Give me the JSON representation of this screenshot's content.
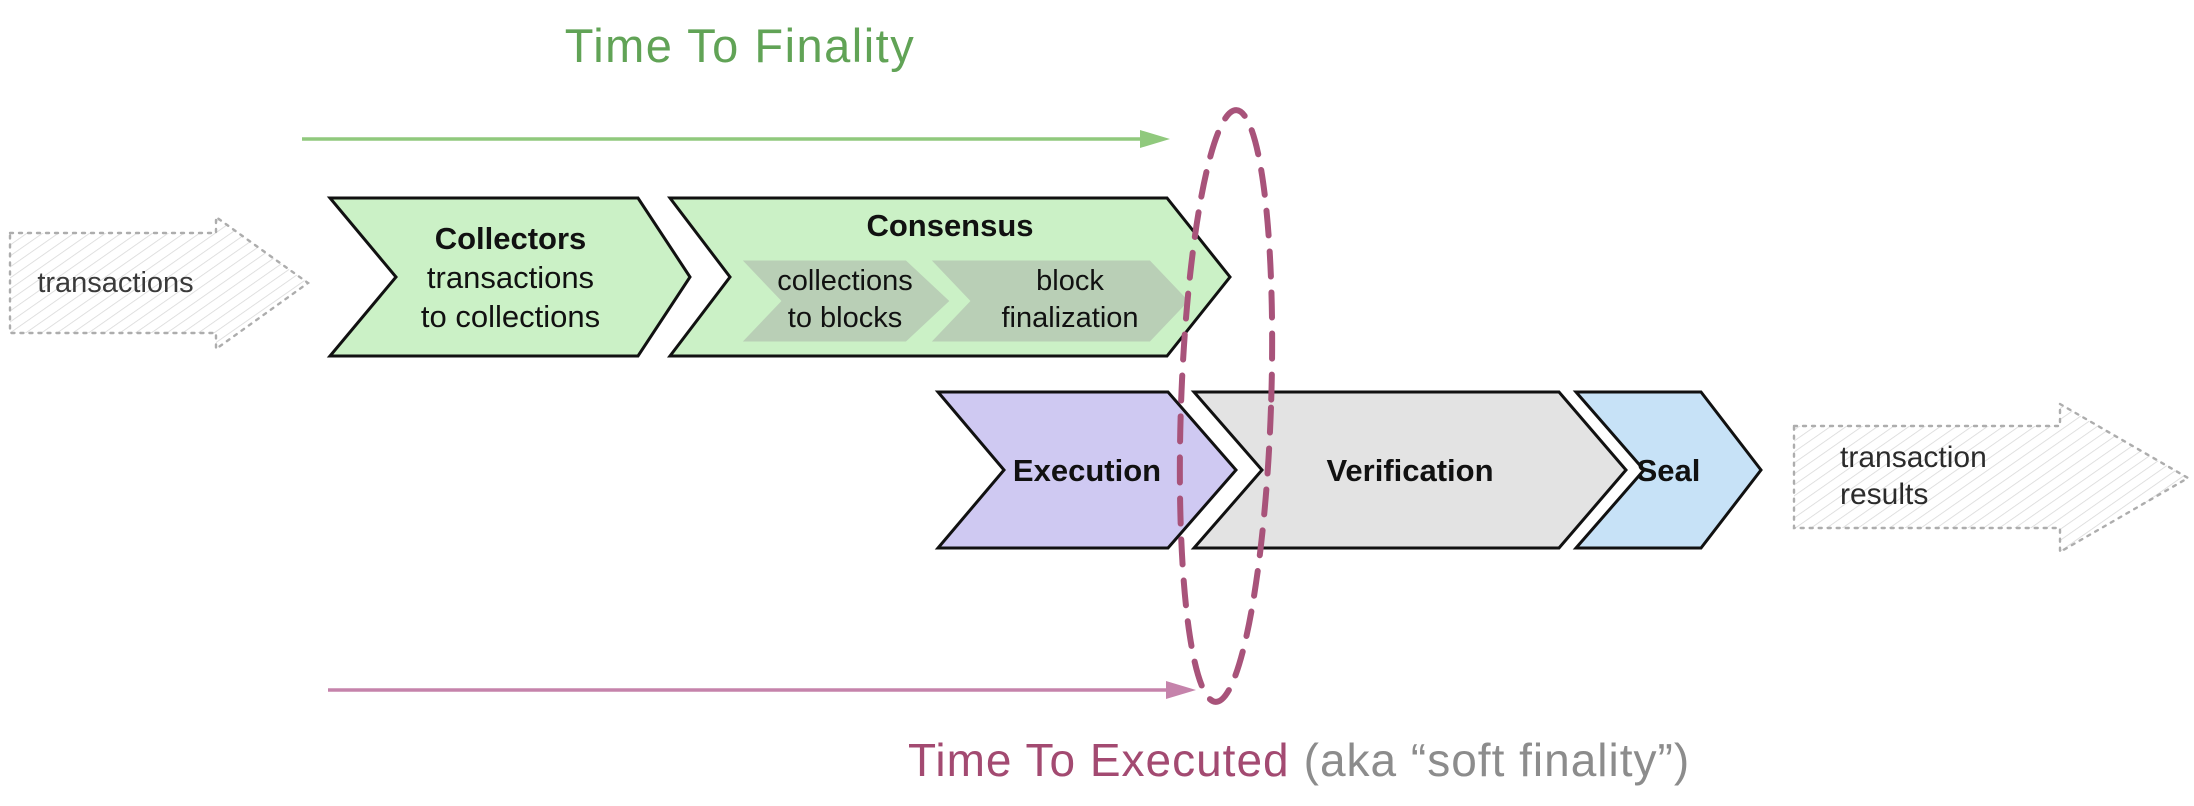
{
  "titles": {
    "finality": "Time To Finality",
    "executed_main": "Time To Executed",
    "executed_note": "(aka “soft finality”)"
  },
  "arrows": {
    "input": {
      "label": "transactions"
    },
    "output": {
      "line1": "transaction",
      "line2": "results"
    }
  },
  "stages": {
    "collectors": {
      "title": "Collectors",
      "line1": "transactions",
      "line2": "to collections",
      "fill": "#cbf1c6"
    },
    "consensus": {
      "title": "Consensus",
      "fill": "#cbf1c6",
      "sub1": {
        "line1": "collections",
        "line2": "to blocks",
        "fill": "#b9cfb6"
      },
      "sub2": {
        "line1": "block",
        "line2": "finalization",
        "fill": "#b9cfb6"
      }
    },
    "execution": {
      "title": "Execution",
      "fill": "#cfc9f2"
    },
    "verification": {
      "title": "Verification",
      "fill": "#e3e3e3"
    },
    "seal": {
      "title": "Seal",
      "fill": "#c7e2f7"
    }
  },
  "colors": {
    "finality_title": "#61a356",
    "finality_arrow": "#90c97d",
    "executed_title": "#a34a71",
    "executed_arrow": "#c583ab",
    "executed_note": "#8c8c8c",
    "ellipse": "#a8537a",
    "outline": "#111111",
    "sketch_border": "#adadad",
    "sketch_hatch": "#d9d9d9"
  }
}
